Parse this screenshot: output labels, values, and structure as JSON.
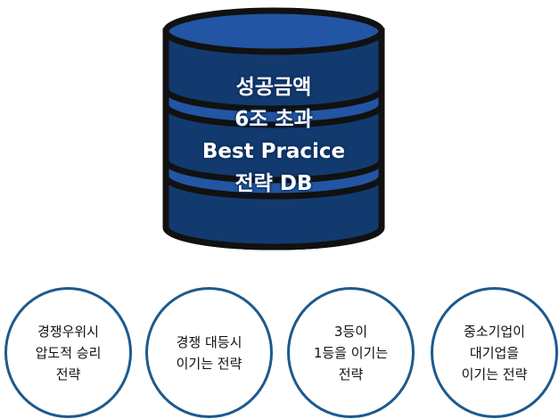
{
  "database": {
    "icon": "database-icon",
    "lines": [
      "성공금액",
      "6조 초과",
      "Best Pracice",
      "전략 DB"
    ]
  },
  "strategies": [
    {
      "lines": [
        "경쟁우위시",
        "압도적 승리",
        "전략"
      ]
    },
    {
      "lines": [
        "경쟁 대등시",
        "이기는 전략"
      ]
    },
    {
      "lines": [
        "3등이",
        "1등을 이기는",
        "전략"
      ]
    },
    {
      "lines": [
        "중소기업이",
        "대기업을",
        "이기는 전략"
      ]
    }
  ],
  "colors": {
    "db_dark": "#123a6e",
    "db_light": "#2255a3",
    "circle_border": "#1d5a8e"
  }
}
